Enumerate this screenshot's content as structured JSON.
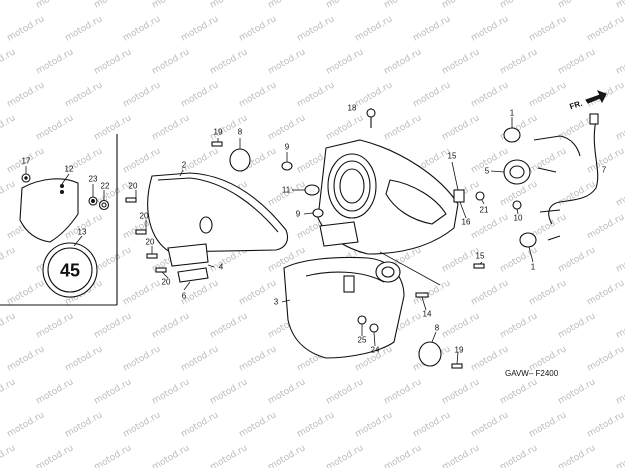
{
  "watermark": {
    "text": "motod.ru",
    "color": "#bcbcbc"
  },
  "direction": {
    "label": "FR."
  },
  "diagram_code": "GAVW–  F2400",
  "badge": {
    "text": "45"
  },
  "callouts": [
    {
      "id": "c17",
      "text": "17"
    },
    {
      "id": "c12",
      "text": "12"
    },
    {
      "id": "c23",
      "text": "23"
    },
    {
      "id": "c22",
      "text": "22"
    },
    {
      "id": "c13",
      "text": "13"
    },
    {
      "id": "c2",
      "text": "2"
    },
    {
      "id": "c20a",
      "text": "20"
    },
    {
      "id": "c20b",
      "text": "20"
    },
    {
      "id": "c20c",
      "text": "20"
    },
    {
      "id": "c20d",
      "text": "20"
    },
    {
      "id": "c4",
      "text": "4"
    },
    {
      "id": "c6",
      "text": "6"
    },
    {
      "id": "c19a",
      "text": "19"
    },
    {
      "id": "c8a",
      "text": "8"
    },
    {
      "id": "c9a",
      "text": "9"
    },
    {
      "id": "c11",
      "text": "11"
    },
    {
      "id": "c9b",
      "text": "9"
    },
    {
      "id": "c18",
      "text": "18"
    },
    {
      "id": "c15a",
      "text": "15"
    },
    {
      "id": "c16",
      "text": "16"
    },
    {
      "id": "c21",
      "text": "21"
    },
    {
      "id": "c10",
      "text": "10"
    },
    {
      "id": "c15b",
      "text": "15"
    },
    {
      "id": "c3",
      "text": "3"
    },
    {
      "id": "c14",
      "text": "14"
    },
    {
      "id": "c25",
      "text": "25"
    },
    {
      "id": "c24",
      "text": "24"
    },
    {
      "id": "c8b",
      "text": "8"
    },
    {
      "id": "c19b",
      "text": "19"
    },
    {
      "id": "c1a",
      "text": "1"
    },
    {
      "id": "c5",
      "text": "5"
    },
    {
      "id": "c7",
      "text": "7"
    },
    {
      "id": "c1b",
      "text": "1"
    }
  ]
}
